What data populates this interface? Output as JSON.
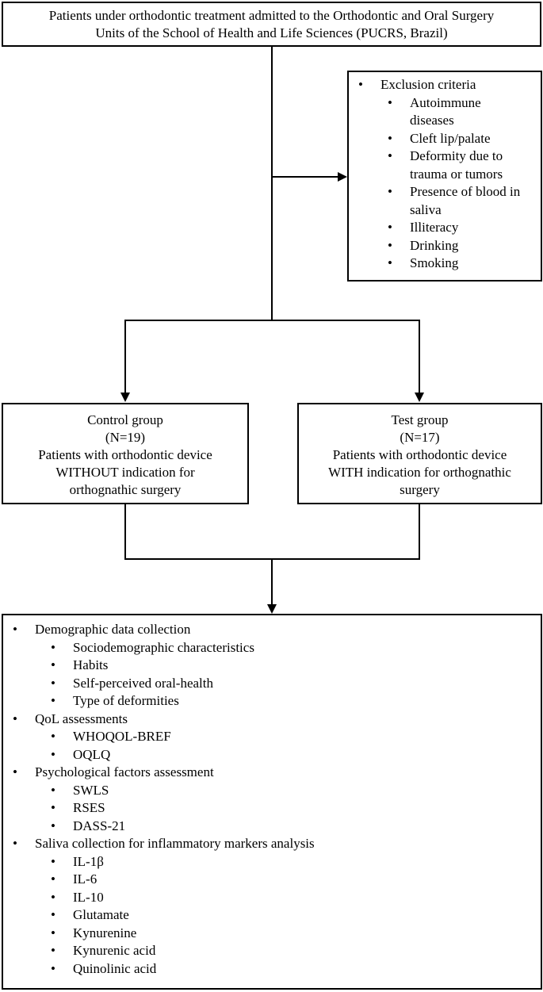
{
  "top_box": {
    "line1": "Patients under orthodontic treatment admitted to the Orthodontic and Oral Surgery",
    "line2": "Units of the School of Health and Life Sciences (PUCRS, Brazil)"
  },
  "exclusion": {
    "title": "Exclusion criteria",
    "items": [
      [
        "Autoimmune",
        "diseases"
      ],
      [
        "Cleft lip/palate"
      ],
      [
        "Deformity due to",
        "trauma or tumors"
      ],
      [
        "Presence of blood in",
        "saliva"
      ],
      [
        "Illiteracy"
      ],
      [
        "Drinking"
      ],
      [
        "Smoking"
      ]
    ]
  },
  "control_group": {
    "title": "Control group",
    "n": "(N=19)",
    "lines": [
      "Patients with orthodontic device",
      "WITHOUT indication for",
      "orthognathic surgery"
    ]
  },
  "test_group": {
    "title": "Test group",
    "n": "(N=17)",
    "lines": [
      "Patients with orthodontic device",
      "WITH indication for orthognathic",
      "surgery"
    ]
  },
  "assessments": [
    {
      "title": "Demographic data collection",
      "items": [
        "Sociodemographic characteristics",
        "Habits",
        "Self-perceived oral-health",
        "Type of deformities"
      ]
    },
    {
      "title": "QoL assessments",
      "items": [
        "WHOQOL-BREF",
        "OQLQ"
      ]
    },
    {
      "title": "Psychological factors assessment",
      "items": [
        "SWLS",
        "RSES",
        "DASS-21"
      ]
    },
    {
      "title": "Saliva collection for inflammatory markers analysis",
      "items": [
        "IL-1β",
        "IL-6",
        "IL-10",
        "Glutamate",
        "Kynurenine",
        "Kynurenic acid",
        "Quinolinic acid"
      ]
    }
  ]
}
